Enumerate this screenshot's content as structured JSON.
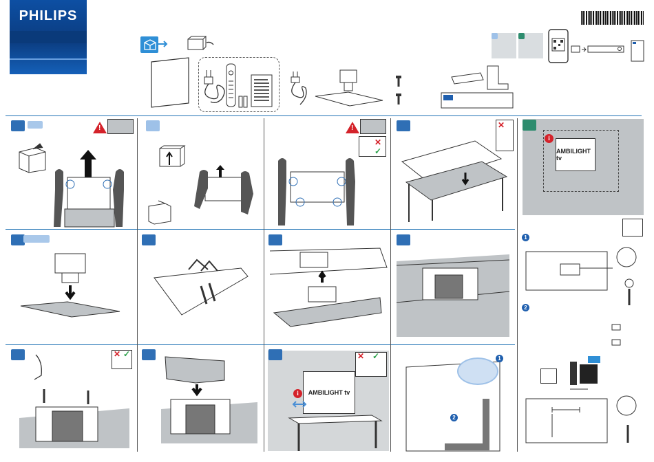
{
  "brand": {
    "logo": "PHILIPS",
    "brand_color": "#0d4fa3"
  },
  "accent_colors": {
    "step_blue": "#2f6fb5",
    "step_light": "#9ec1e8",
    "step_green": "#2d8c6e",
    "warning_red": "#d4222a",
    "ok_green": "#2aa14a"
  },
  "steps": {
    "info_mark": "i",
    "circle_1": "1",
    "circle_2": "2",
    "warning_mark": "!",
    "wrong_mark": "✕",
    "right_mark": "✓"
  },
  "ambilight": {
    "label_1": "AMBILIGHT tv",
    "label_2": "AMBILIGHT tv"
  },
  "icons": [
    "box-unpack-icon",
    "phone-qr-icon",
    "book-icon",
    "search-icon",
    "warning-icon",
    "info-icon",
    "cart-icon",
    "screwdriver-icon",
    "arrow-up-icon",
    "arrow-down-icon"
  ]
}
